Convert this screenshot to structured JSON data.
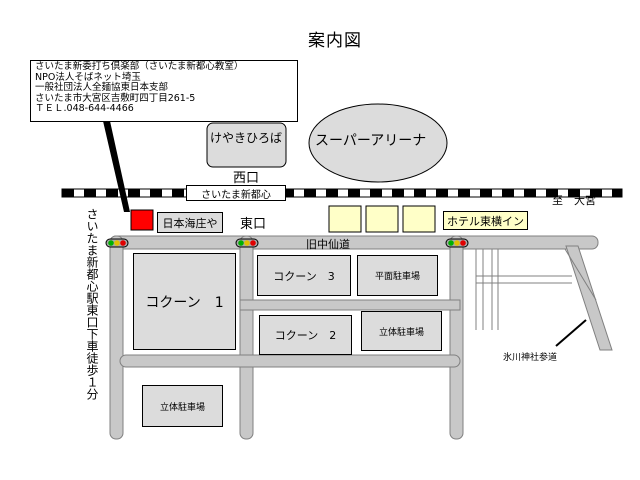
{
  "title": "案内図",
  "info_lines": [
    "さいたま新委打ち倶楽部（さいたま新都心教室）",
    "NPO法人そばネット埼玉",
    "一般社団法人全麺協東日本支部",
    "さいたま市大宮区吉敷町四丁目261-5",
    "ＴＥＬ.048-644-4466"
  ],
  "places": {
    "keyaki_hiroba": "けやきひろば",
    "super_arena": "スーパーアリーナ",
    "west_exit": "西口",
    "station_name": "さいたま新都心",
    "to_omiya": "至　大宮",
    "nihonkai_shoya": "日本海庄や",
    "east_exit": "東口",
    "hotel_toyoko_inn": "ホテル東横イン",
    "kyu_nakasendo": "旧中仙道",
    "station_walk": "さいたま新都心駅東口下車徒歩１分",
    "cocoon1": "コクーン　1",
    "cocoon3": "コクーン　3",
    "cocoon2": "コクーン　2",
    "flat_parking": "平面駐車場",
    "multi_parking_1": "立体駐車場",
    "multi_parking_2": "立体駐車場",
    "hikawa_approach": "氷川神社参道"
  },
  "colors": {
    "block_gray": "#dcdcdc",
    "road_gray": "#c8c8c8",
    "road_edge": "#808080",
    "building_yellow": "#ffffc8",
    "marker_red": "#ff0000",
    "signal_green": "#00b000",
    "signal_yellow": "#e0c000",
    "signal_red": "#e00000"
  }
}
